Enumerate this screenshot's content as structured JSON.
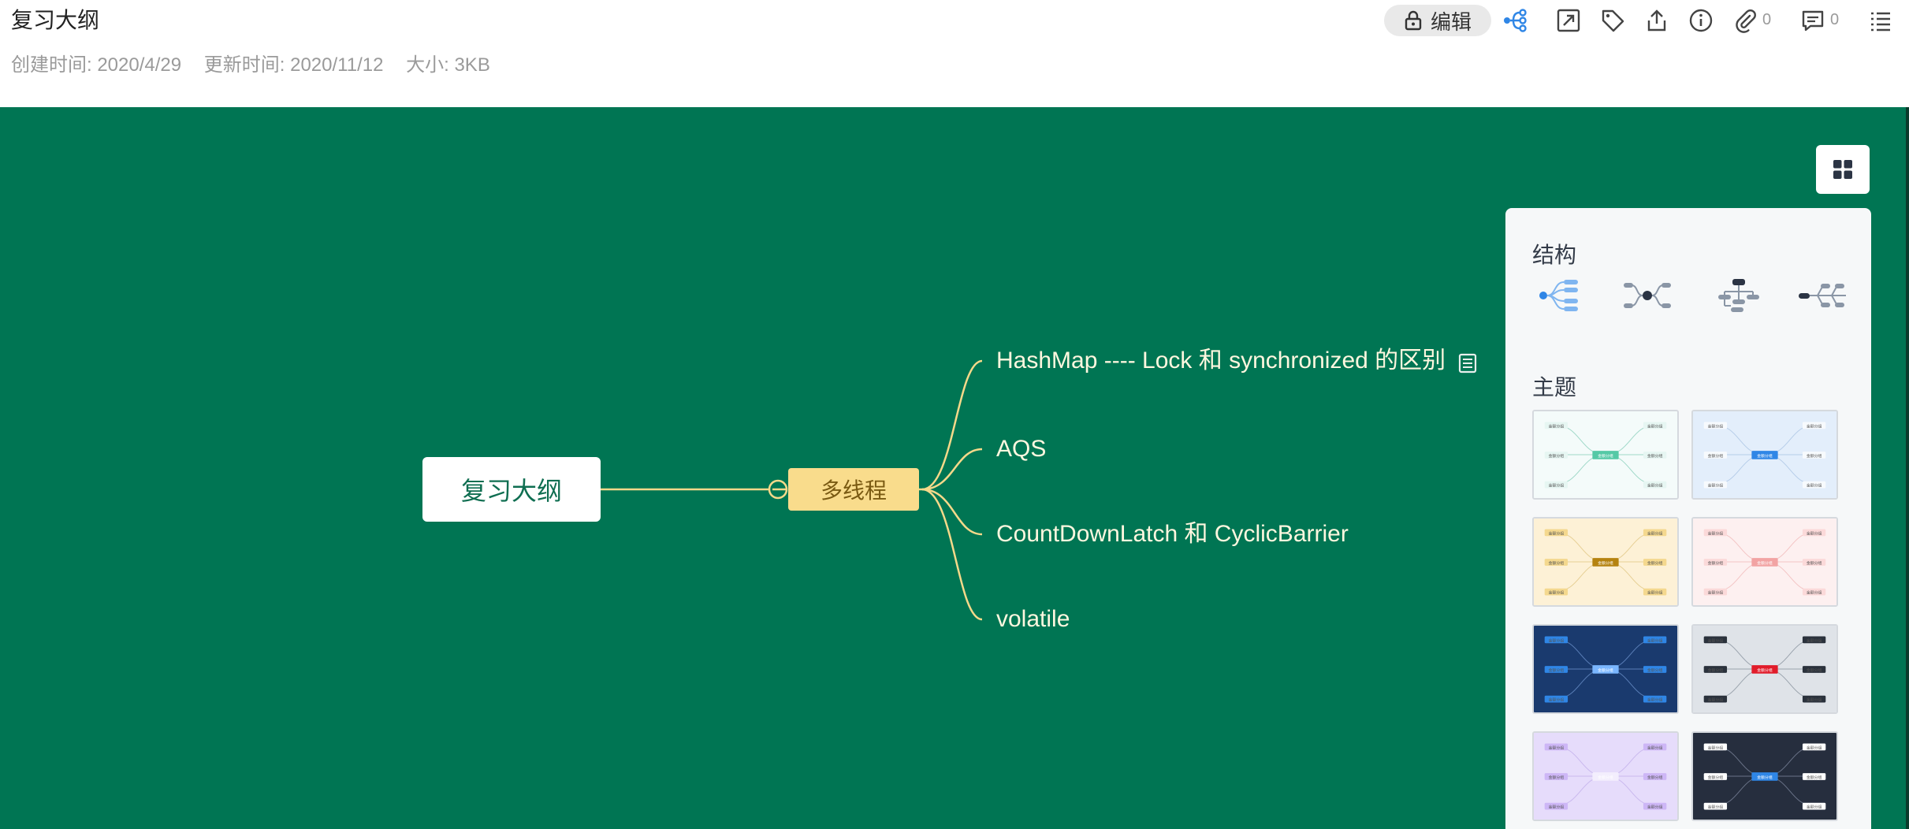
{
  "doc": {
    "title": "复习大纲",
    "created": "创建时间: 2020/4/29",
    "updated": "更新时间: 2020/11/12",
    "size": "大小: 3KB"
  },
  "toolbar": {
    "edit_label": "编辑",
    "icons": [
      "lock-icon",
      "mindmap-icon",
      "expand-icon",
      "tag-icon",
      "share-icon",
      "info-icon",
      "attachment-icon",
      "comment-icon",
      "outline-icon"
    ],
    "attachment_count": "0",
    "comment_count": "0",
    "accent_color": "#2f86e6"
  },
  "mindmap": {
    "root": "复习大纲",
    "main_topic": "多线程",
    "children": [
      "HashMap ---- Lock 和 synchronized 的区别",
      "AQS",
      "CountDownLatch 和 CyclicBarrier",
      "volatile"
    ],
    "background_color": "#007553",
    "line_color": "#f5d98a"
  },
  "panel": {
    "structure_title": "结构",
    "theme_title": "主题",
    "structures": [
      "logic-right-structure-icon",
      "mindmap-structure-icon",
      "org-chart-structure-icon",
      "timeline-structure-icon"
    ],
    "themes": [
      {
        "name": "theme-light-green",
        "bg": "#f4fbfa",
        "node": "#e6f6f2",
        "center": "#55c9a6",
        "line": "#9fd8c8"
      },
      {
        "name": "theme-light-blue",
        "bg": "#e3eefb",
        "node": "#f7fafd",
        "center": "#2f86e6",
        "line": "#b6cde9"
      },
      {
        "name": "theme-cream",
        "bg": "#fdf1d6",
        "node": "#f4d88e",
        "center": "#b58310",
        "line": "#e6cf94"
      },
      {
        "name": "theme-pink",
        "bg": "#fdf0f0",
        "node": "#fbd9d9",
        "center": "#f2a3a3",
        "line": "#f3c4c4"
      },
      {
        "name": "theme-navy",
        "bg": "#1a3a6e",
        "node": "#2f86e6",
        "center": "#7ab6ff",
        "line": "#5a7fb8"
      },
      {
        "name": "theme-gray-red",
        "bg": "#dfe3e8",
        "node": "#2b323c",
        "center": "#e11c2a",
        "line": "#9aa3ad"
      },
      {
        "name": "theme-lavender",
        "bg": "#e6dcfb",
        "node": "#cdb6f6",
        "center": "#f3eefd",
        "line": "#c9b8ee"
      },
      {
        "name": "theme-dark",
        "bg": "#262e3e",
        "node": "#ffffff",
        "center": "#2f86e6",
        "line": "#6a7388"
      }
    ],
    "theme_node_label": "金额分组"
  }
}
